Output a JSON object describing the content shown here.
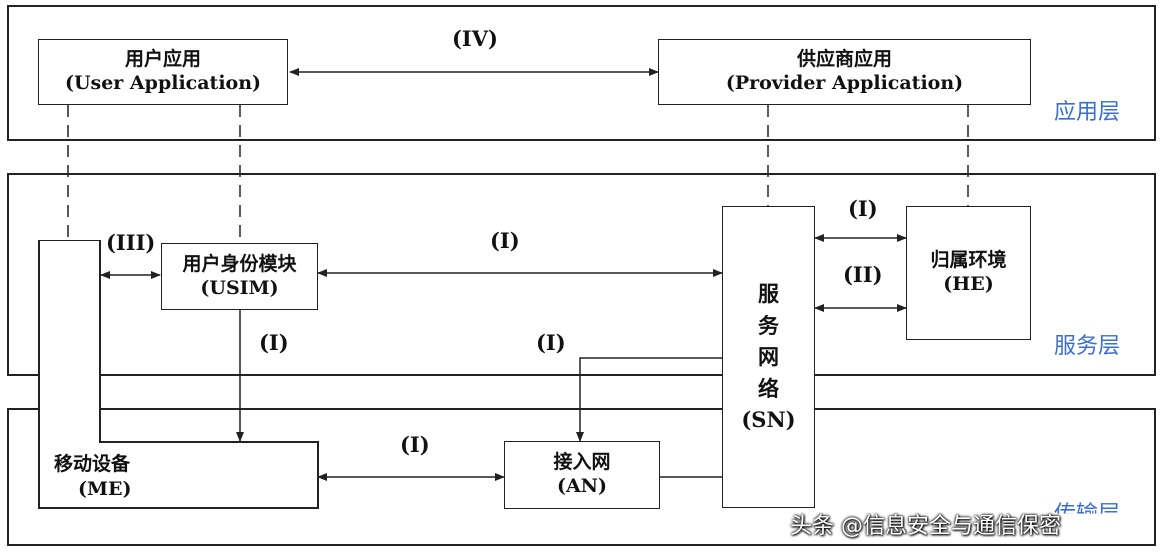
{
  "layers": {
    "application": "应用层",
    "service": "服务层",
    "transport": "传输层"
  },
  "boxes": {
    "user_app": {
      "line1": "用户应用",
      "line2": "(User Application)"
    },
    "provider_app": {
      "line1": "供应商应用",
      "line2": "(Provider Application)"
    },
    "usim": {
      "line1": "用户身份模块",
      "line2": "(USIM)"
    },
    "me": {
      "line1": "移动设备",
      "line2": "(ME)"
    },
    "an": {
      "line1": "接入网",
      "line2": "(AN)"
    },
    "sn": {
      "chars": [
        "服",
        "务",
        "网",
        "络"
      ],
      "abbr": "(SN)"
    },
    "he": {
      "line1": "归属环境",
      "line2": "(HE)"
    }
  },
  "links": {
    "app_link": "(IV)",
    "me_usim": "(III)",
    "usim_sn": "(I)",
    "usim_me": "(I)",
    "sn_an": "(I)",
    "me_an": "(I)",
    "sn_he_top": "(I)",
    "sn_he_bottom": "(II)"
  },
  "watermark": "头条 @信息安全与通信保密",
  "colors": {
    "layer_label": "#3b6fc9",
    "line": "#222222"
  }
}
